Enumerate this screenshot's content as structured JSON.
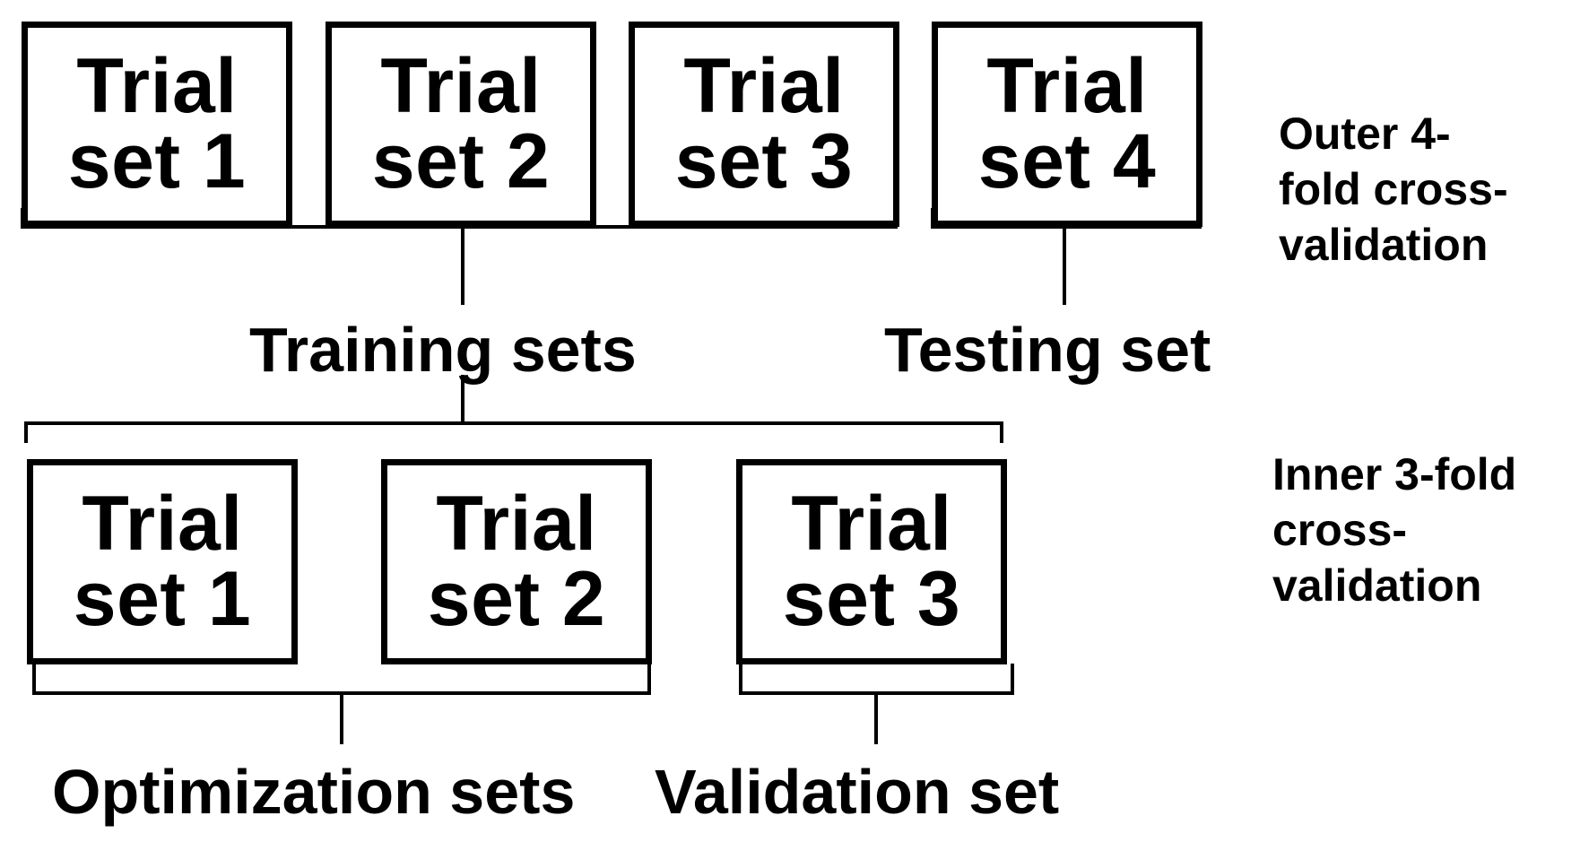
{
  "outer": {
    "boxes": [
      {
        "line1": "Trial",
        "line2": "set 1"
      },
      {
        "line1": "Trial",
        "line2": "set 2"
      },
      {
        "line1": "Trial",
        "line2": "set 3"
      },
      {
        "line1": "Trial",
        "line2": "set 4"
      }
    ],
    "training_label": "Training sets",
    "testing_label": "Testing set",
    "side_label": [
      "Outer 4-",
      "fold cross-",
      "validation"
    ]
  },
  "inner": {
    "boxes": [
      {
        "line1": "Trial",
        "line2": "set 1"
      },
      {
        "line1": "Trial",
        "line2": "set 2"
      },
      {
        "line1": "Trial",
        "line2": "set 3"
      }
    ],
    "optimization_label": "Optimization sets",
    "validation_label": "Validation set",
    "side_label": [
      "Inner 3-fold",
      "cross-",
      "validation"
    ]
  }
}
